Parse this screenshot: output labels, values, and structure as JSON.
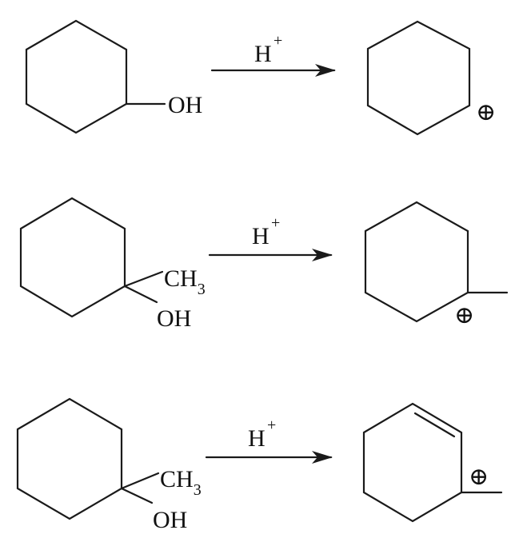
{
  "reactions": [
    {
      "reactant": {
        "labels": [
          "OH"
        ]
      },
      "reagent": {
        "symbol": "H",
        "charge": "+"
      },
      "product": {
        "charge_symbol": "⊕"
      }
    },
    {
      "reactant": {
        "labels": [
          "CH",
          "3",
          "OH"
        ]
      },
      "reagent": {
        "symbol": "H",
        "charge": "+"
      },
      "product": {
        "charge_symbol": "⊕"
      }
    },
    {
      "reactant": {
        "labels": [
          "CH",
          "3",
          "OH"
        ]
      },
      "reagent": {
        "symbol": "H",
        "charge": "+"
      },
      "product": {
        "charge_symbol": "⊕"
      }
    }
  ]
}
